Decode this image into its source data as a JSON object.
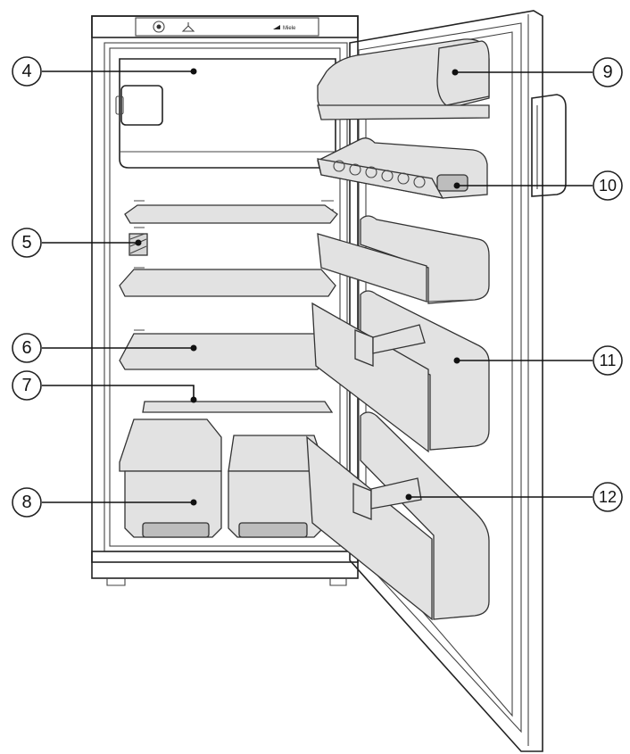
{
  "callouts": [
    {
      "id": "c4",
      "label": "4"
    },
    {
      "id": "c5",
      "label": "5"
    },
    {
      "id": "c6",
      "label": "6"
    },
    {
      "id": "c7",
      "label": "7"
    },
    {
      "id": "c8",
      "label": "8"
    },
    {
      "id": "c9",
      "label": "9"
    },
    {
      "id": "c10",
      "label": "10"
    },
    {
      "id": "c11",
      "label": "11"
    },
    {
      "id": "c12",
      "label": "12"
    }
  ],
  "brand_logo": "Miele",
  "colors": {
    "outline": "#222222",
    "fill_light": "#e2e2e2",
    "fill_dark": "#bdbdbd"
  }
}
